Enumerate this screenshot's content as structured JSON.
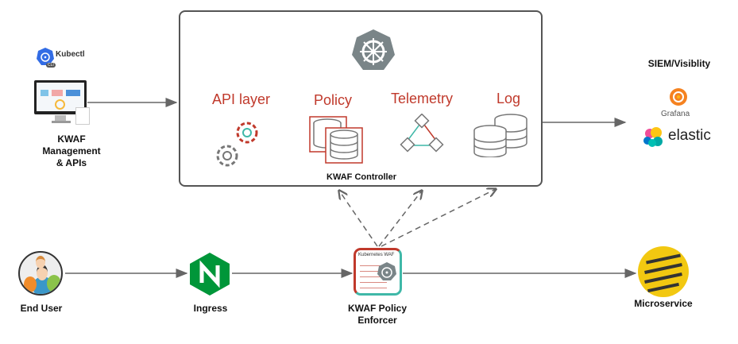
{
  "title": "KWAF Architecture",
  "kubectl": {
    "label": "Kubectl",
    "badge": "CLI"
  },
  "management": {
    "line1": "KWAF",
    "line2": "Management",
    "line3": "& APIs"
  },
  "controller": {
    "label": "KWAF Controller",
    "components": [
      {
        "name": "API layer",
        "icon": "gears-icon"
      },
      {
        "name": "Policy",
        "icon": "database-stack-icon"
      },
      {
        "name": "Telemetry",
        "icon": "network-cubes-icon"
      },
      {
        "name": "Log",
        "icon": "database-icon"
      }
    ]
  },
  "siem": {
    "title": "SIEM/Visiblity",
    "grafana": "Grafana",
    "elastic": "elastic"
  },
  "flow": {
    "end_user": "End User",
    "ingress": "Ingress",
    "enforcer_line1": "KWAF Policy",
    "enforcer_line2": "Enforcer",
    "enforcer_badge": "Kubernetes WAF",
    "microservice": "Microservice"
  },
  "colors": {
    "accent_red": "#c0392b",
    "teal": "#3fb8a8",
    "k8s_gray": "#7a8588",
    "nginx_green": "#009639",
    "kubectl_blue": "#326ce5",
    "micro_yellow": "#f2c811"
  }
}
